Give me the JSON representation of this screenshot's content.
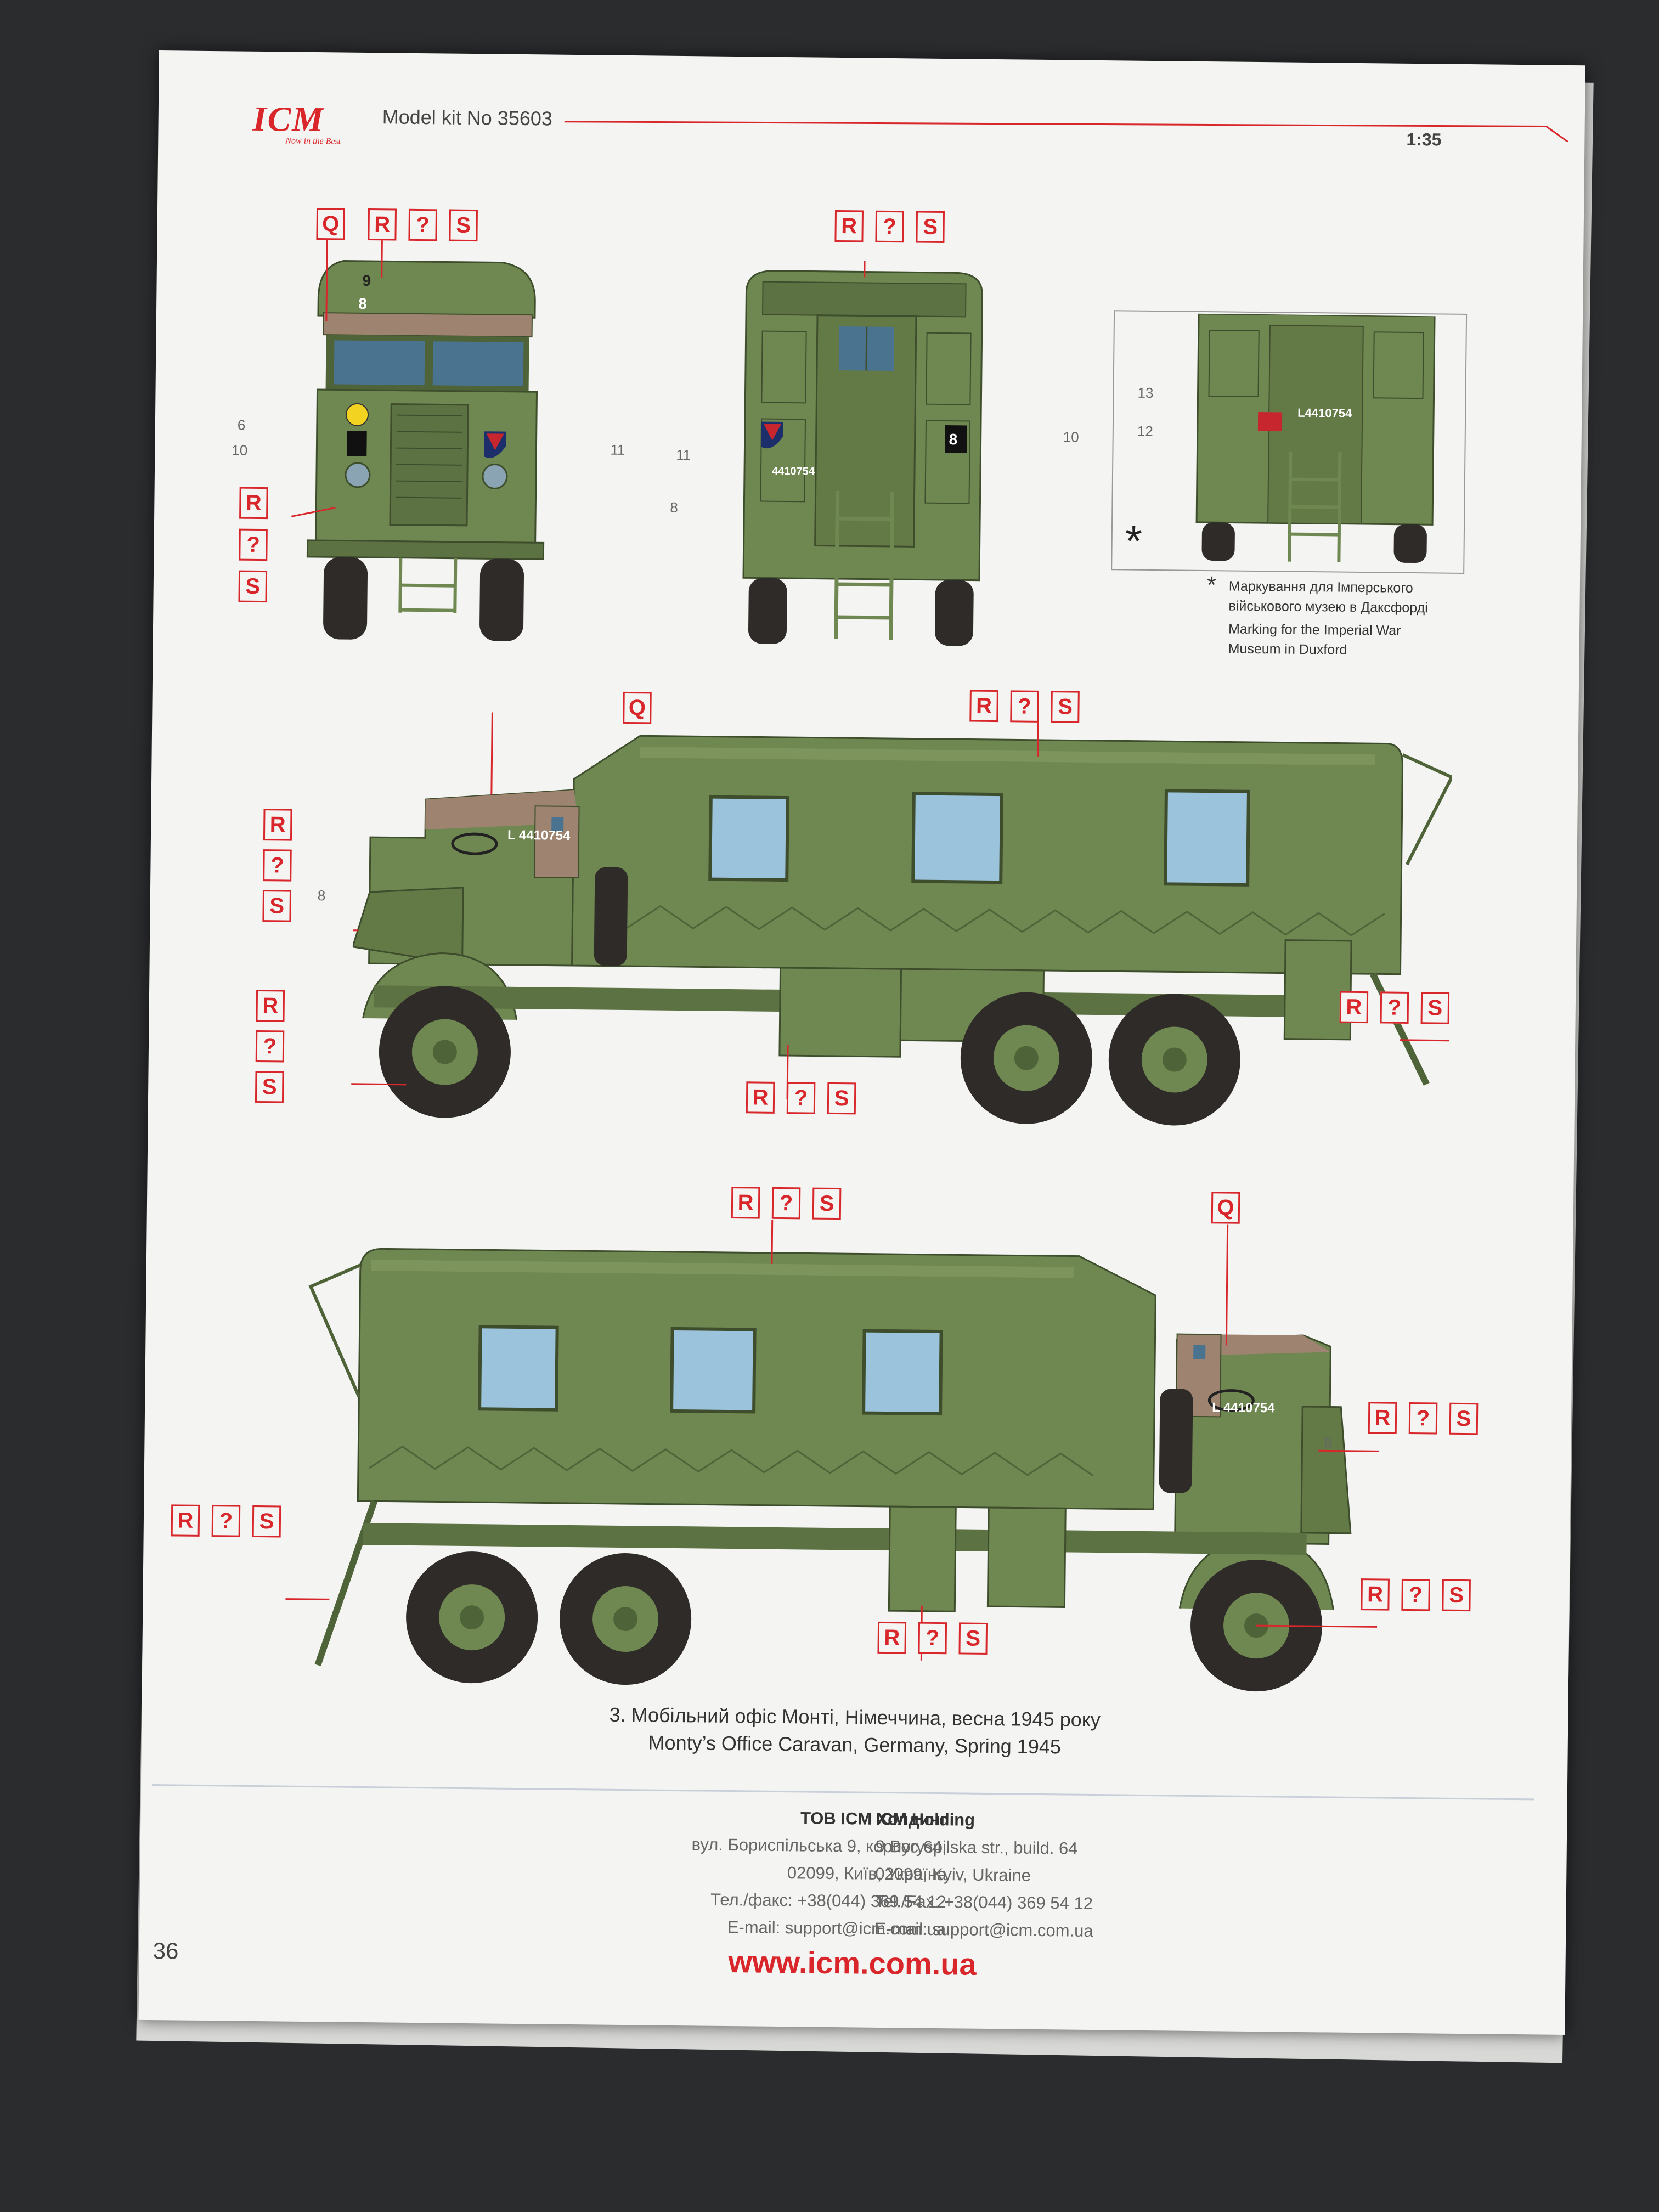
{
  "header": {
    "logo": "ICM",
    "logo_tagline": "Now in the Best",
    "kit_label": "Model kit No 35603",
    "scale": "1:35"
  },
  "codes": {
    "Q": "Q",
    "R": "R",
    "unknown": "?",
    "S": "S"
  },
  "callout_numbers": {
    "n6": "6",
    "n8": "8",
    "n10": "10",
    "n11": "11",
    "n12": "12",
    "n13": "13"
  },
  "vehicle_markings": {
    "reg_front": "9",
    "reg_plate": "4410754",
    "side_plate": "L 4410754",
    "inset_plate": "L4410754",
    "unit_badge": "8"
  },
  "inset_note": {
    "symbol": "*",
    "line1_ua": "Маркування для Імперського",
    "line2_ua": "військового музею в Даксфорді",
    "line3_en": "Marking for the Imperial War",
    "line4_en": "Museum in Duxford"
  },
  "caption": {
    "ua": "3. Мобільний офіс Монті, Німеччина, весна 1945 року",
    "en": "Monty’s Office Caravan, Germany, Spring 1945"
  },
  "footer": {
    "ua": {
      "company": "ТОВ ICM Холдинг",
      "addr1": "вул. Бориспільська 9, корпус 64,",
      "addr2": "02099, Київ, Україна",
      "phone": "Тел./факс: +38(044) 369 54 12",
      "email": "E-mail: support@icm.com.ua"
    },
    "en": {
      "company": "ICM Holding",
      "addr1": "9 Boryspilska str., build. 64",
      "addr2": "02099, Kyiv, Ukraine",
      "phone": "Tel./Fax: +38(044) 369 54 12",
      "email": "E-mail: support@icm.com.ua"
    },
    "url": "www.icm.com.ua",
    "page_number": "36"
  },
  "colors": {
    "accent_red": "#d8262b",
    "olive_green": "#6f8750",
    "olive_dark": "#4f6338",
    "canvas_brown": "#9e8470",
    "window_blue": "#9cc3dc",
    "tire": "#2f2b28"
  }
}
